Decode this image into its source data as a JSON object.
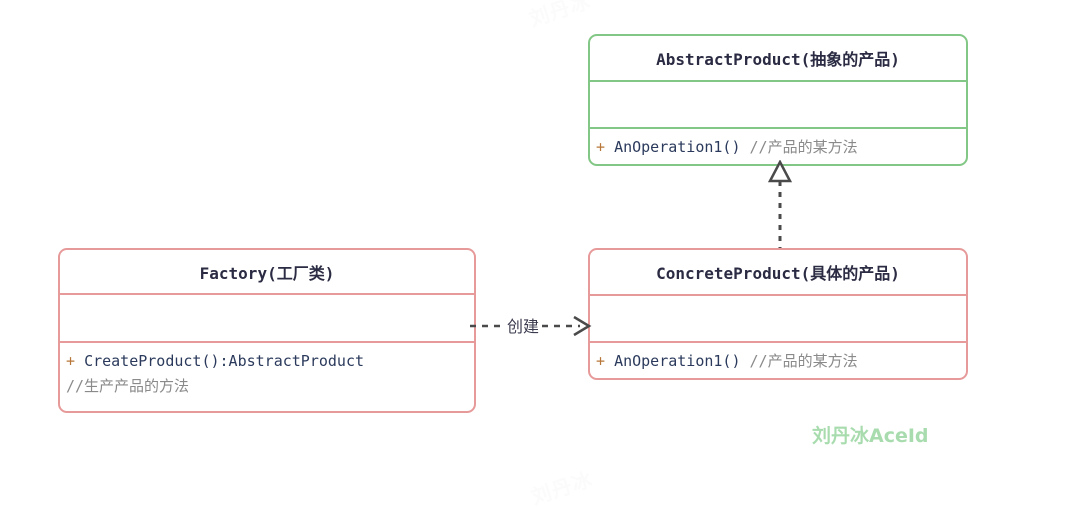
{
  "diagram": {
    "title": "Factory Pattern UML Class Diagram",
    "colors": {
      "abstract_border": "#82c785",
      "concrete_border": "#e79a9a",
      "factory_border": "#e79a9a",
      "title_text": "#2b2b43",
      "visibility_marker": "#b8773a",
      "signature_text": "#2b3a5c",
      "comment_text": "#8a8a8a",
      "connector": "#4a4a4a",
      "watermark_brand": "#a8dcae",
      "background": "#ffffff"
    },
    "classes": {
      "abstract_product": {
        "name": "AbstractProduct(抽象的产品)",
        "attributes": [],
        "operations": [
          {
            "visibility": "+",
            "signature": "AnOperation1()",
            "comment": "//产品的某方法"
          }
        ]
      },
      "concrete_product": {
        "name": "ConcreteProduct(具体的产品)",
        "attributes": [],
        "operations": [
          {
            "visibility": "+",
            "signature": "AnOperation1()",
            "comment": "//产品的某方法"
          }
        ]
      },
      "factory": {
        "name": "Factory(工厂类)",
        "attributes": [],
        "operations": [
          {
            "visibility": "+",
            "signature": "CreateProduct():AbstractProduct",
            "comment": "//生产产品的方法"
          }
        ]
      }
    },
    "relationships": {
      "realization": {
        "kind": "realization",
        "from": "ConcreteProduct(具体的产品)",
        "to": "AbstractProduct(抽象的产品)",
        "line_style": "dashed",
        "arrowhead": "hollow-triangle",
        "label": ""
      },
      "dependency": {
        "kind": "dependency",
        "from": "Factory(工厂类)",
        "to": "ConcreteProduct(具体的产品)",
        "line_style": "dashed",
        "arrowhead": "open-arrow",
        "label": "创建"
      }
    },
    "watermarks": {
      "brand": "刘丹冰AceId",
      "faint_top": "刘丹冰",
      "faint_bottom": "刘丹冰"
    }
  }
}
